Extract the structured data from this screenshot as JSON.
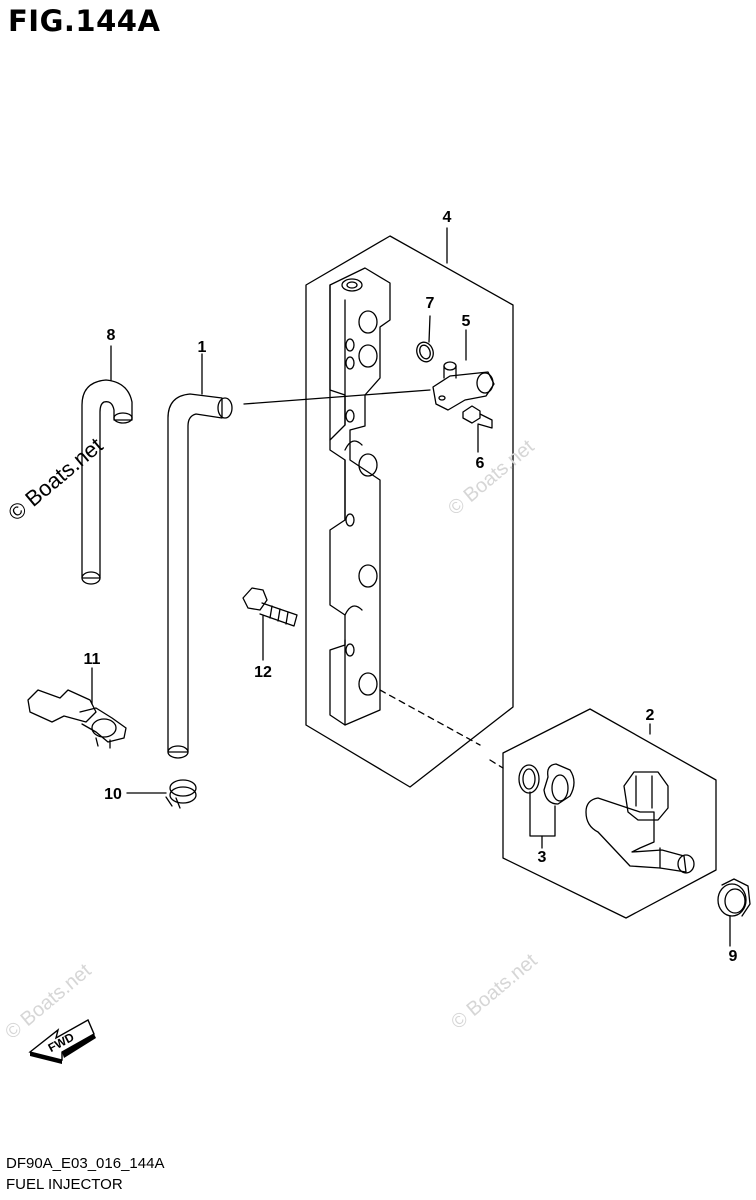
{
  "figure": {
    "title": "FIG.144A",
    "code": "DF90A_E03_016_144A",
    "name": "FUEL INJECTOR"
  },
  "callouts": [
    "1",
    "2",
    "3",
    "4",
    "5",
    "6",
    "7",
    "8",
    "9",
    "10",
    "11",
    "12"
  ],
  "watermarks": {
    "text": "© Boats.net"
  },
  "direction_badge": "FWD"
}
